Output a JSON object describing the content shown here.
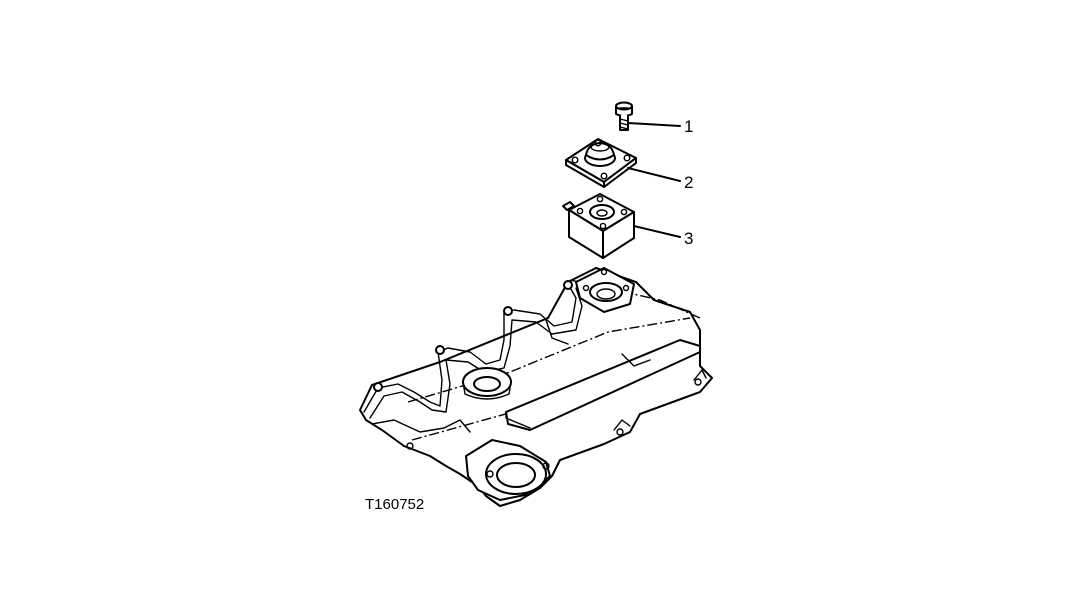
{
  "figure": {
    "id_label": "T160752",
    "callouts": [
      {
        "number": "1",
        "part": "cap-screw"
      },
      {
        "number": "2",
        "part": "thermostat-cover"
      },
      {
        "number": "3",
        "part": "thermostat-housing"
      }
    ]
  }
}
